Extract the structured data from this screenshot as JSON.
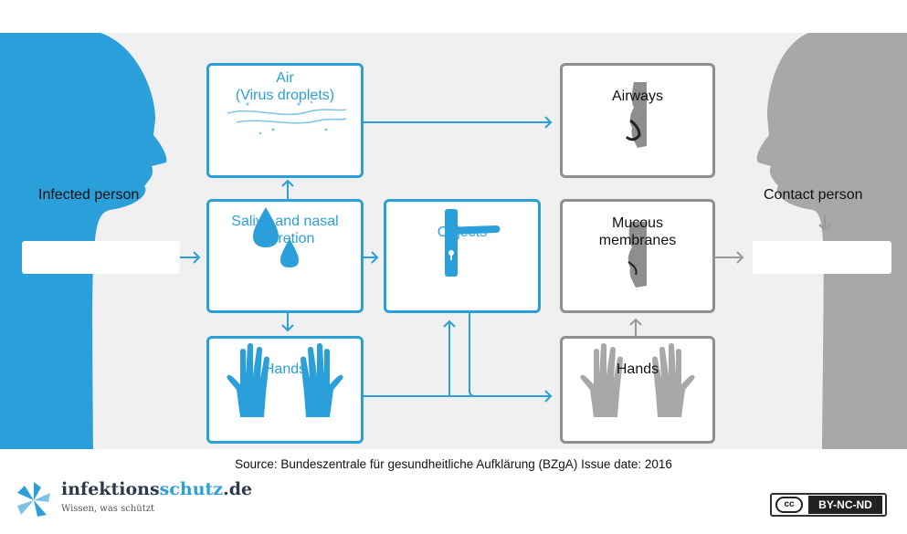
{
  "colors": {
    "blue": "#2a9fd9",
    "grey": "#8e8e8e",
    "left_silhouette": "#2a9fd9",
    "right_silhouette": "#a8a8a8"
  },
  "persons": {
    "left": "Infected person",
    "right": "Contact person"
  },
  "boxes": {
    "air": "Air\n(Virus droplets)",
    "saliva": "Saliva and nasal\nsecretion",
    "objects": "Objects",
    "hands_left": "Hands",
    "airways": "Airways",
    "mucous": "Mucous\nmembranes",
    "hands_right": "Hands"
  },
  "source": "Source: Bundeszentrale für gesundheitliche Aufklärung (BZgA) Issue date: 2016",
  "logo": {
    "name_part1": "infektions",
    "name_part2": "schutz",
    "name_part3": ".de",
    "tagline": "Wissen, was schützt"
  },
  "license": {
    "cc": "cc",
    "text": "BY-NC-ND"
  },
  "icons": [
    "water-drop-icon",
    "door-handle-icon",
    "hand-icon",
    "face-profile-icon"
  ]
}
